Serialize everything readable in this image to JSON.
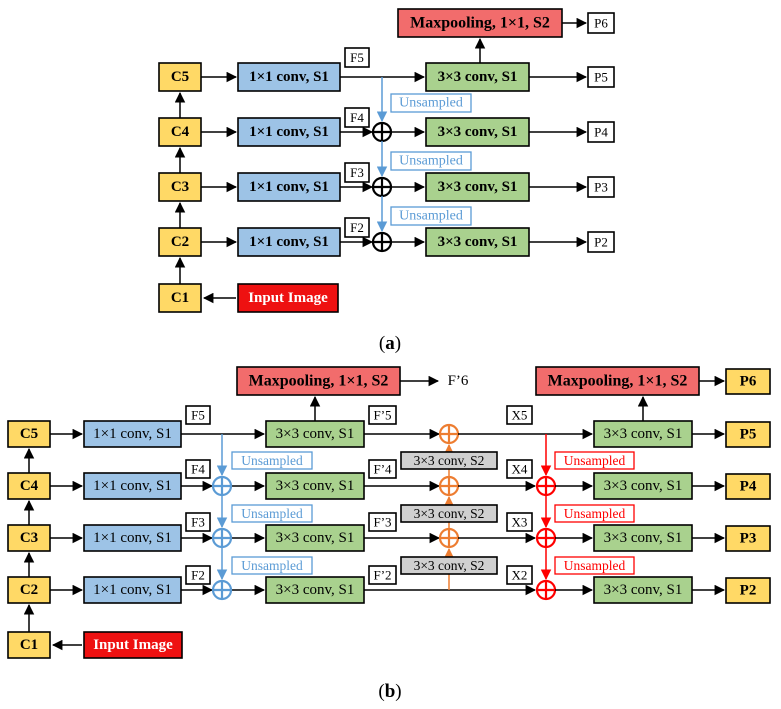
{
  "a": {
    "caption_open": "(",
    "caption_letter": "a",
    "caption_close": ")",
    "c_levels": [
      "C5",
      "C4",
      "C3",
      "C2",
      "C1"
    ],
    "lateral_conv": "1×1 conv, S1",
    "output_conv": "3×3 conv, S1",
    "maxpool": "Maxpooling, 1×1, S2",
    "input": "Input Image",
    "f_labels": [
      "F5",
      "F4",
      "F3",
      "F2"
    ],
    "p_labels": [
      "P6",
      "P5",
      "P4",
      "P3",
      "P2"
    ],
    "upsample": "Unsampled"
  },
  "b": {
    "caption_open": "(",
    "caption_letter": "b",
    "caption_close": ")",
    "c_levels": [
      "C5",
      "C4",
      "C3",
      "C2",
      "C1"
    ],
    "lateral_conv": "1×1 conv, S1",
    "output_conv": "3×3 conv, S1",
    "maxpool": "Maxpooling, 1×1, S2",
    "input": "Input Image",
    "f_labels": [
      "F5",
      "F4",
      "F3",
      "F2"
    ],
    "fp_labels": [
      "F’5",
      "F’4",
      "F’3",
      "F’2"
    ],
    "f6": "F’6",
    "downsample_conv": "3×3 conv, S2",
    "x_labels": [
      "X5",
      "X4",
      "X3",
      "X2"
    ],
    "p_labels": [
      "P6",
      "P5",
      "P4",
      "P3",
      "P2"
    ],
    "upsample_blue": "Unsampled",
    "upsample_red": "Unsampled"
  },
  "colors": {
    "c_level": "#FFD966",
    "lateral": "#9DC3E6",
    "conv3": "#A9D18E",
    "maxpool": "#F26C6C",
    "input": "#EE1111",
    "downsample": "#D0D0D0",
    "blue_path": "#5B9BD5",
    "orange_path": "#ED7D31",
    "red_path": "#FF0000"
  }
}
